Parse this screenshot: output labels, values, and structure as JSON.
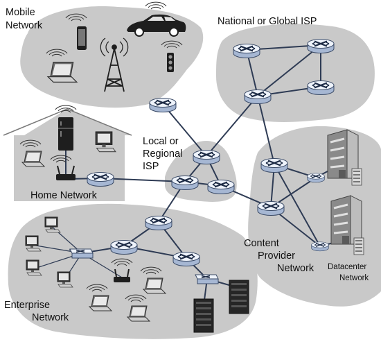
{
  "labels": {
    "mobile_line1": "Mobile",
    "mobile_line2": "Network",
    "national_isp": "National or Global ISP",
    "local_line1": "Local or",
    "local_line2": "Regional",
    "local_line3": "ISP",
    "home_network": "Home Network",
    "content_line1": "Content",
    "content_line2": "Provider",
    "content_line3": "Network",
    "datacenter_line1": "Datacenter",
    "datacenter_line2": "Network",
    "enterprise_line1": "Enterprise",
    "enterprise_line2": "Network"
  },
  "colors": {
    "region_fill": "#c9c9c9",
    "link": "#2e3b54",
    "router_body": "#a6b7d3",
    "router_top": "#eef3fb",
    "device_dark": "#1e1e1e"
  },
  "icons": [
    "router-icon",
    "switch-icon",
    "laptop-icon",
    "desktop-icon",
    "phone-icon",
    "car-icon",
    "cell-tower-icon",
    "traffic-light-icon",
    "refrigerator-icon",
    "wifi-access-point-icon",
    "server-icon",
    "datacenter-building-icon",
    "wireless-signal-icon"
  ]
}
